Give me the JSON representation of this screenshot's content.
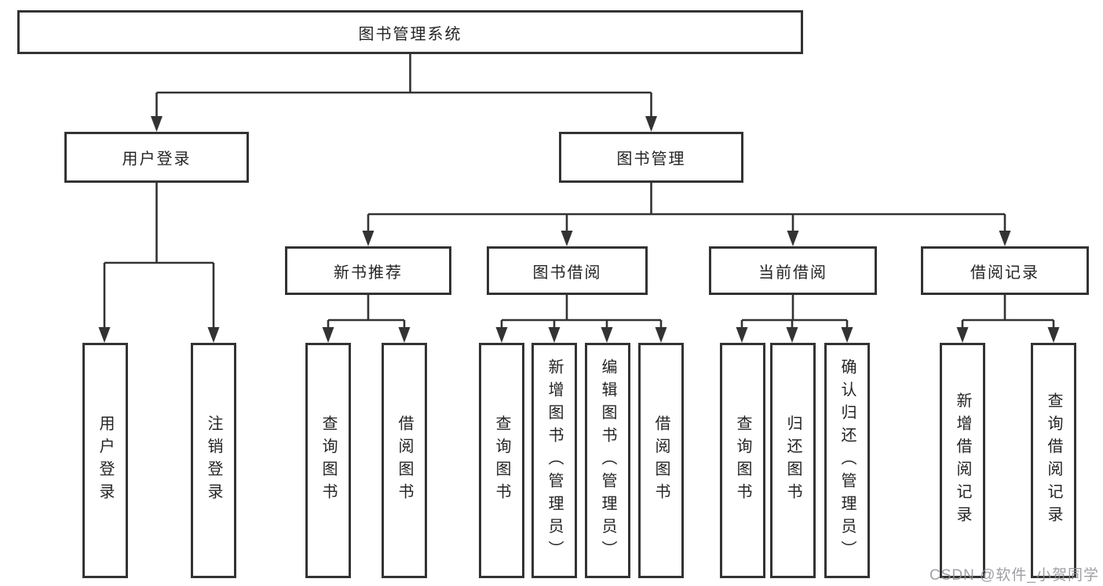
{
  "tree": {
    "root": {
      "label": "图书管理系统"
    },
    "branches": [
      {
        "label": "用户登录",
        "children": [
          {
            "label": "用户登录"
          },
          {
            "label": "注销登录"
          }
        ]
      },
      {
        "label": "图书管理",
        "children": [
          {
            "label": "新书推荐",
            "children": [
              {
                "label": "查询图书"
              },
              {
                "label": "借阅图书"
              }
            ]
          },
          {
            "label": "图书借阅",
            "children": [
              {
                "label": "查询图书"
              },
              {
                "label": "新增图书（管理员）"
              },
              {
                "label": "编辑图书（管理员）"
              },
              {
                "label": "借阅图书"
              }
            ]
          },
          {
            "label": "当前借阅",
            "children": [
              {
                "label": "查询图书"
              },
              {
                "label": "归还图书"
              },
              {
                "label": "确认归还（管理员）"
              }
            ]
          },
          {
            "label": "借阅记录",
            "children": [
              {
                "label": "新增借阅记录"
              },
              {
                "label": "查询借阅记录"
              }
            ]
          }
        ]
      }
    ]
  },
  "watermark": {
    "text": "CSDN @软件_小贺同学"
  },
  "colors": {
    "line": "#333333",
    "box_border": "#333333",
    "text": "#242424",
    "watermark": "#8f8f96",
    "background": "#ffffff"
  }
}
